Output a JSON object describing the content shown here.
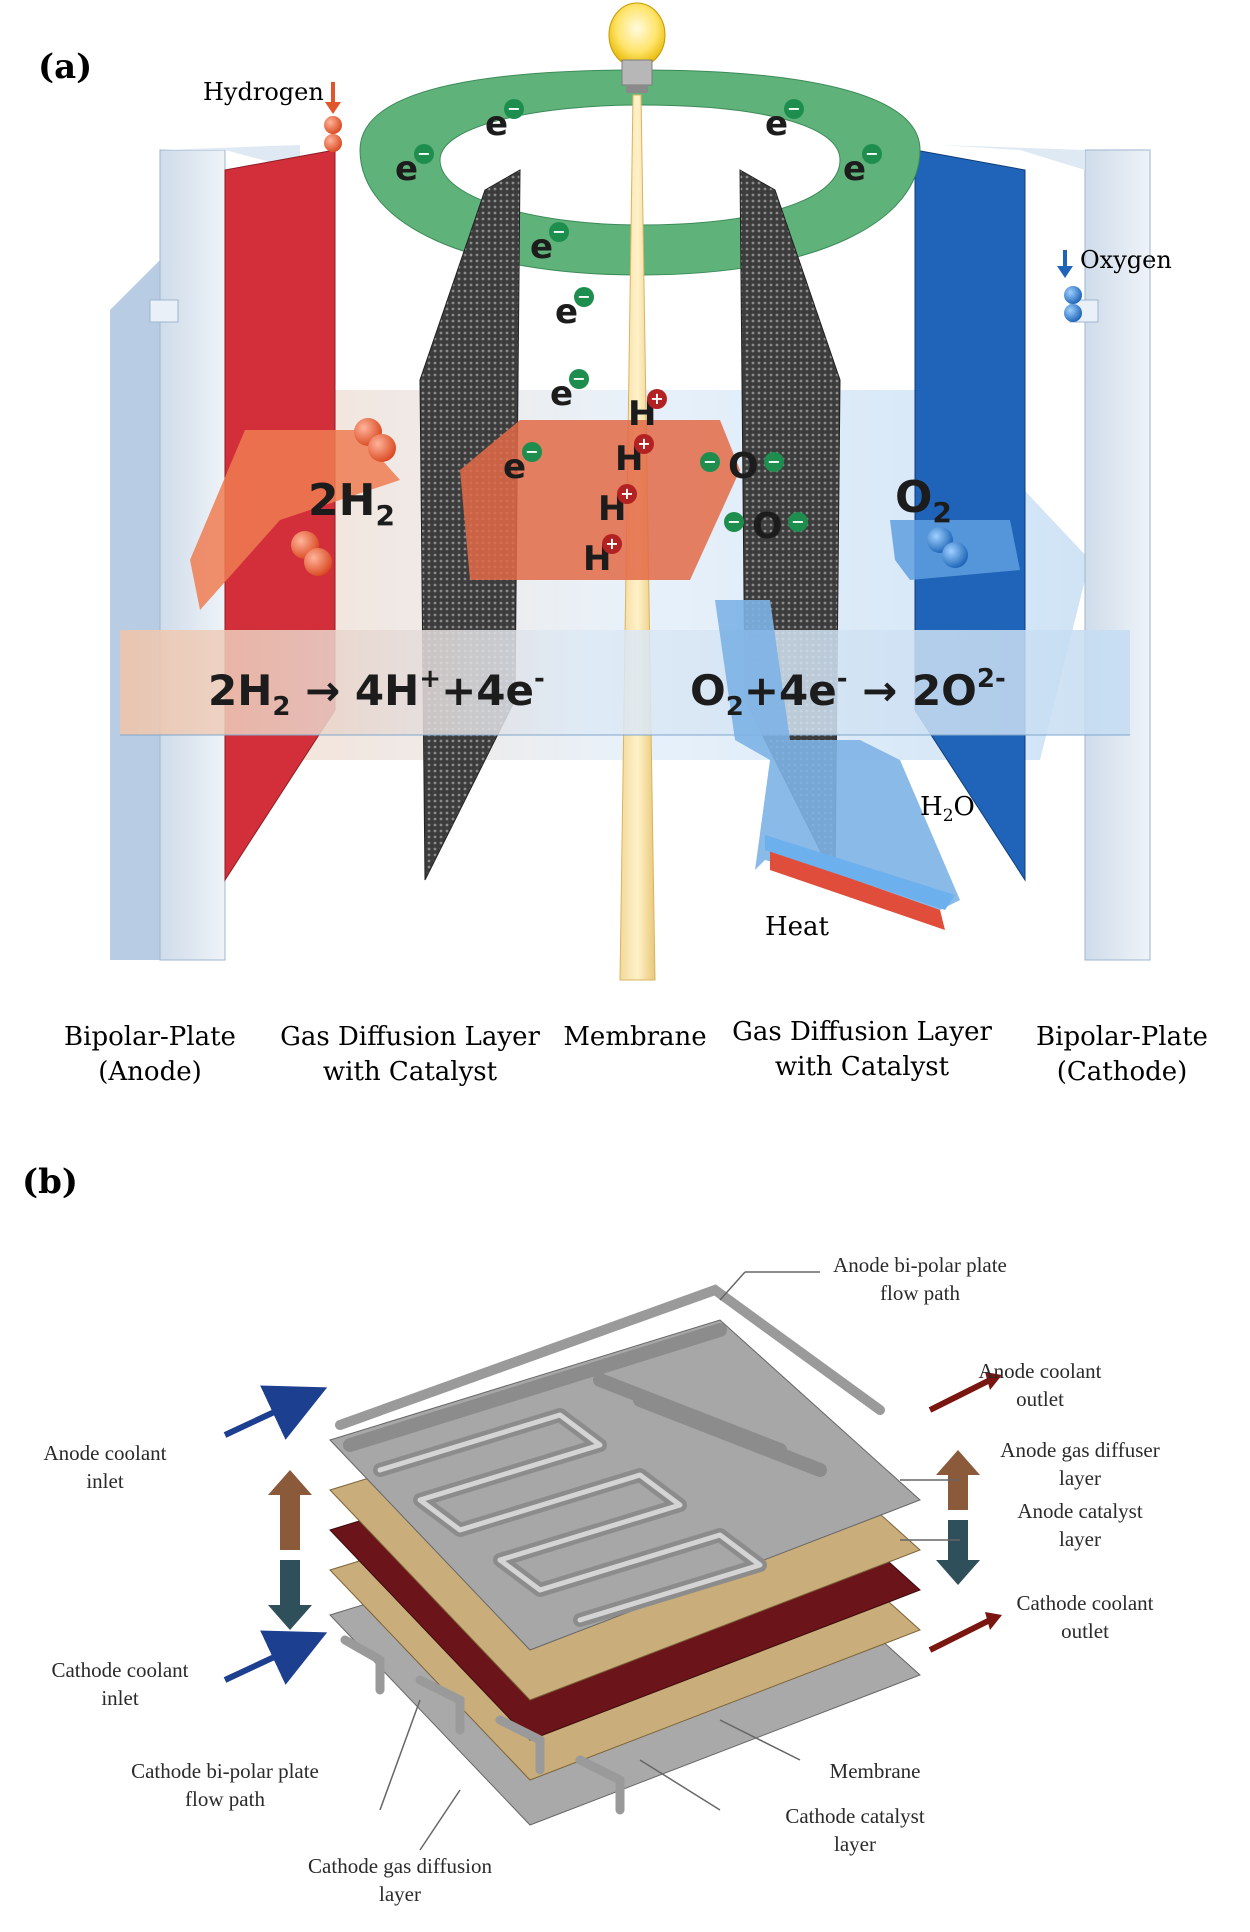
{
  "panel_a": {
    "label": "(a)",
    "hydrogen": "Hydrogen",
    "oxygen": "Oxygen",
    "electron": "e",
    "proton": "H",
    "oxide": "O",
    "h2_left": "2H",
    "o2_right": "O",
    "equation_anode": [
      "2H",
      "2",
      " → 4H",
      "+",
      "+4e",
      "-"
    ],
    "equation_cathode": [
      "O",
      "2",
      "+4e",
      "-",
      " → 2O",
      "2-"
    ],
    "h2o_label": [
      "H",
      "2",
      "O"
    ],
    "heat_label": "Heat",
    "bottom_labels": {
      "bp_anode": [
        "Bipolar-Plate",
        "(Anode)"
      ],
      "gdl_left": [
        "Gas Diffusion Layer",
        "with Catalyst"
      ],
      "membrane": "Membrane",
      "gdl_right": [
        "Gas Diffusion Layer",
        "with Catalyst"
      ],
      "bp_cathode": [
        "Bipolar-Plate",
        "(Cathode)"
      ]
    },
    "colors": {
      "anode": "#d0333b",
      "cathode": "#1f64b8",
      "circuit": "#5fb37a",
      "electron": "#1e8e4e",
      "proton": "#b22222"
    }
  },
  "panel_b": {
    "label": "(b)",
    "anode_bipolar_flow": [
      "Anode bi-polar plate",
      "flow path"
    ],
    "anode_coolant_outlet": [
      "Anode coolant",
      "outlet"
    ],
    "anode_coolant_inlet": [
      "Anode coolant",
      "inlet"
    ],
    "anode_gas_diffuser": [
      "Anode gas diffuser",
      "layer"
    ],
    "anode_catalyst": [
      "Anode catalyst",
      "layer"
    ],
    "cathode_coolant_outlet": [
      "Cathode coolant",
      "outlet"
    ],
    "cathode_coolant_inlet": [
      "Cathode coolant",
      "inlet"
    ],
    "membrane": "Membrane",
    "cathode_bipolar_flow": [
      "Cathode bi-polar plate",
      "flow path"
    ],
    "cathode_catalyst": [
      "Cathode catalyst",
      "layer"
    ],
    "cathode_gas_diffusion": [
      "Cathode gas diffusion",
      "layer"
    ]
  }
}
